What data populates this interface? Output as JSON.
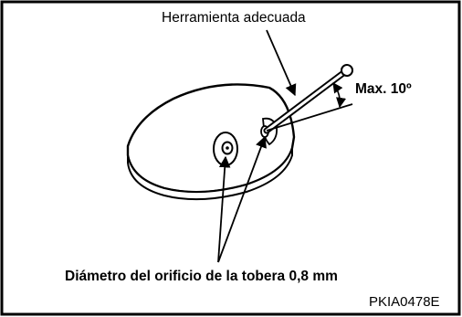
{
  "figure": {
    "tool_label": "Herramienta adecuada",
    "angle_label": "Max. 10º",
    "nozzle_label": "Diámetro del orificio de la tobera 0,8 mm",
    "figure_code": "PKIA0478E"
  }
}
